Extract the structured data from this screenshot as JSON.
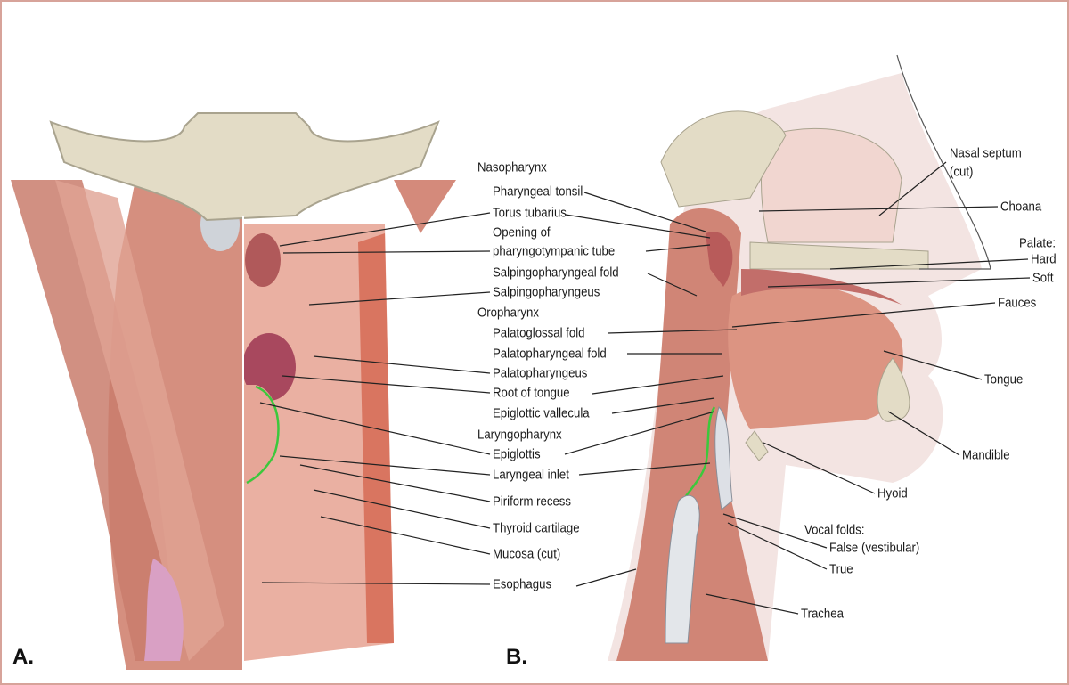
{
  "panels": {
    "a": "A.",
    "b": "B."
  },
  "center_labels": {
    "nasopharynx": "Nasopharynx",
    "pharyngeal_tonsil": "Pharyngeal tonsil",
    "torus_tubarius": "Torus tubarius",
    "opening_of": "Opening of",
    "pharyngotympanic_tube": "pharyngotympanic tube",
    "salpingopharyngeal_fold": "Salpingopharyngeal fold",
    "salpingopharyngeus": "Salpingopharyngeus",
    "oropharynx": "Oropharynx",
    "palatoglossal_fold": "Palatoglossal fold",
    "palatopharyngeal_fold": "Palatopharyngeal fold",
    "palatopharyngeus": "Palatopharyngeus",
    "root_of_tongue": "Root of tongue",
    "epiglottic_vallecula": "Epiglottic vallecula",
    "laryngopharynx": "Laryngopharynx",
    "epiglottis": "Epiglottis",
    "laryngeal_inlet": "Laryngeal inlet",
    "piriform_recess": "Piriform recess",
    "thyroid_cartilage": "Thyroid cartilage",
    "mucosa_cut": "Mucosa (cut)",
    "esophagus": "Esophagus"
  },
  "right_labels": {
    "nasal_septum": "Nasal septum",
    "nasal_septum_cut": "(cut)",
    "choana": "Choana",
    "palate": "Palate:",
    "hard": "Hard",
    "soft": "Soft",
    "fauces": "Fauces",
    "tongue": "Tongue",
    "mandible": "Mandible",
    "hyoid": "Hyoid",
    "vocal_folds": "Vocal folds:",
    "false_vestibular": "False (vestibular)",
    "true": "True",
    "trachea": "Trachea"
  },
  "colors": {
    "border": "#d7a39a",
    "bone": "#e3dcc6",
    "muscle": "#d98a7c",
    "mucosa": "#eaa99a",
    "epiglottis_outline": "#3cc83c"
  }
}
